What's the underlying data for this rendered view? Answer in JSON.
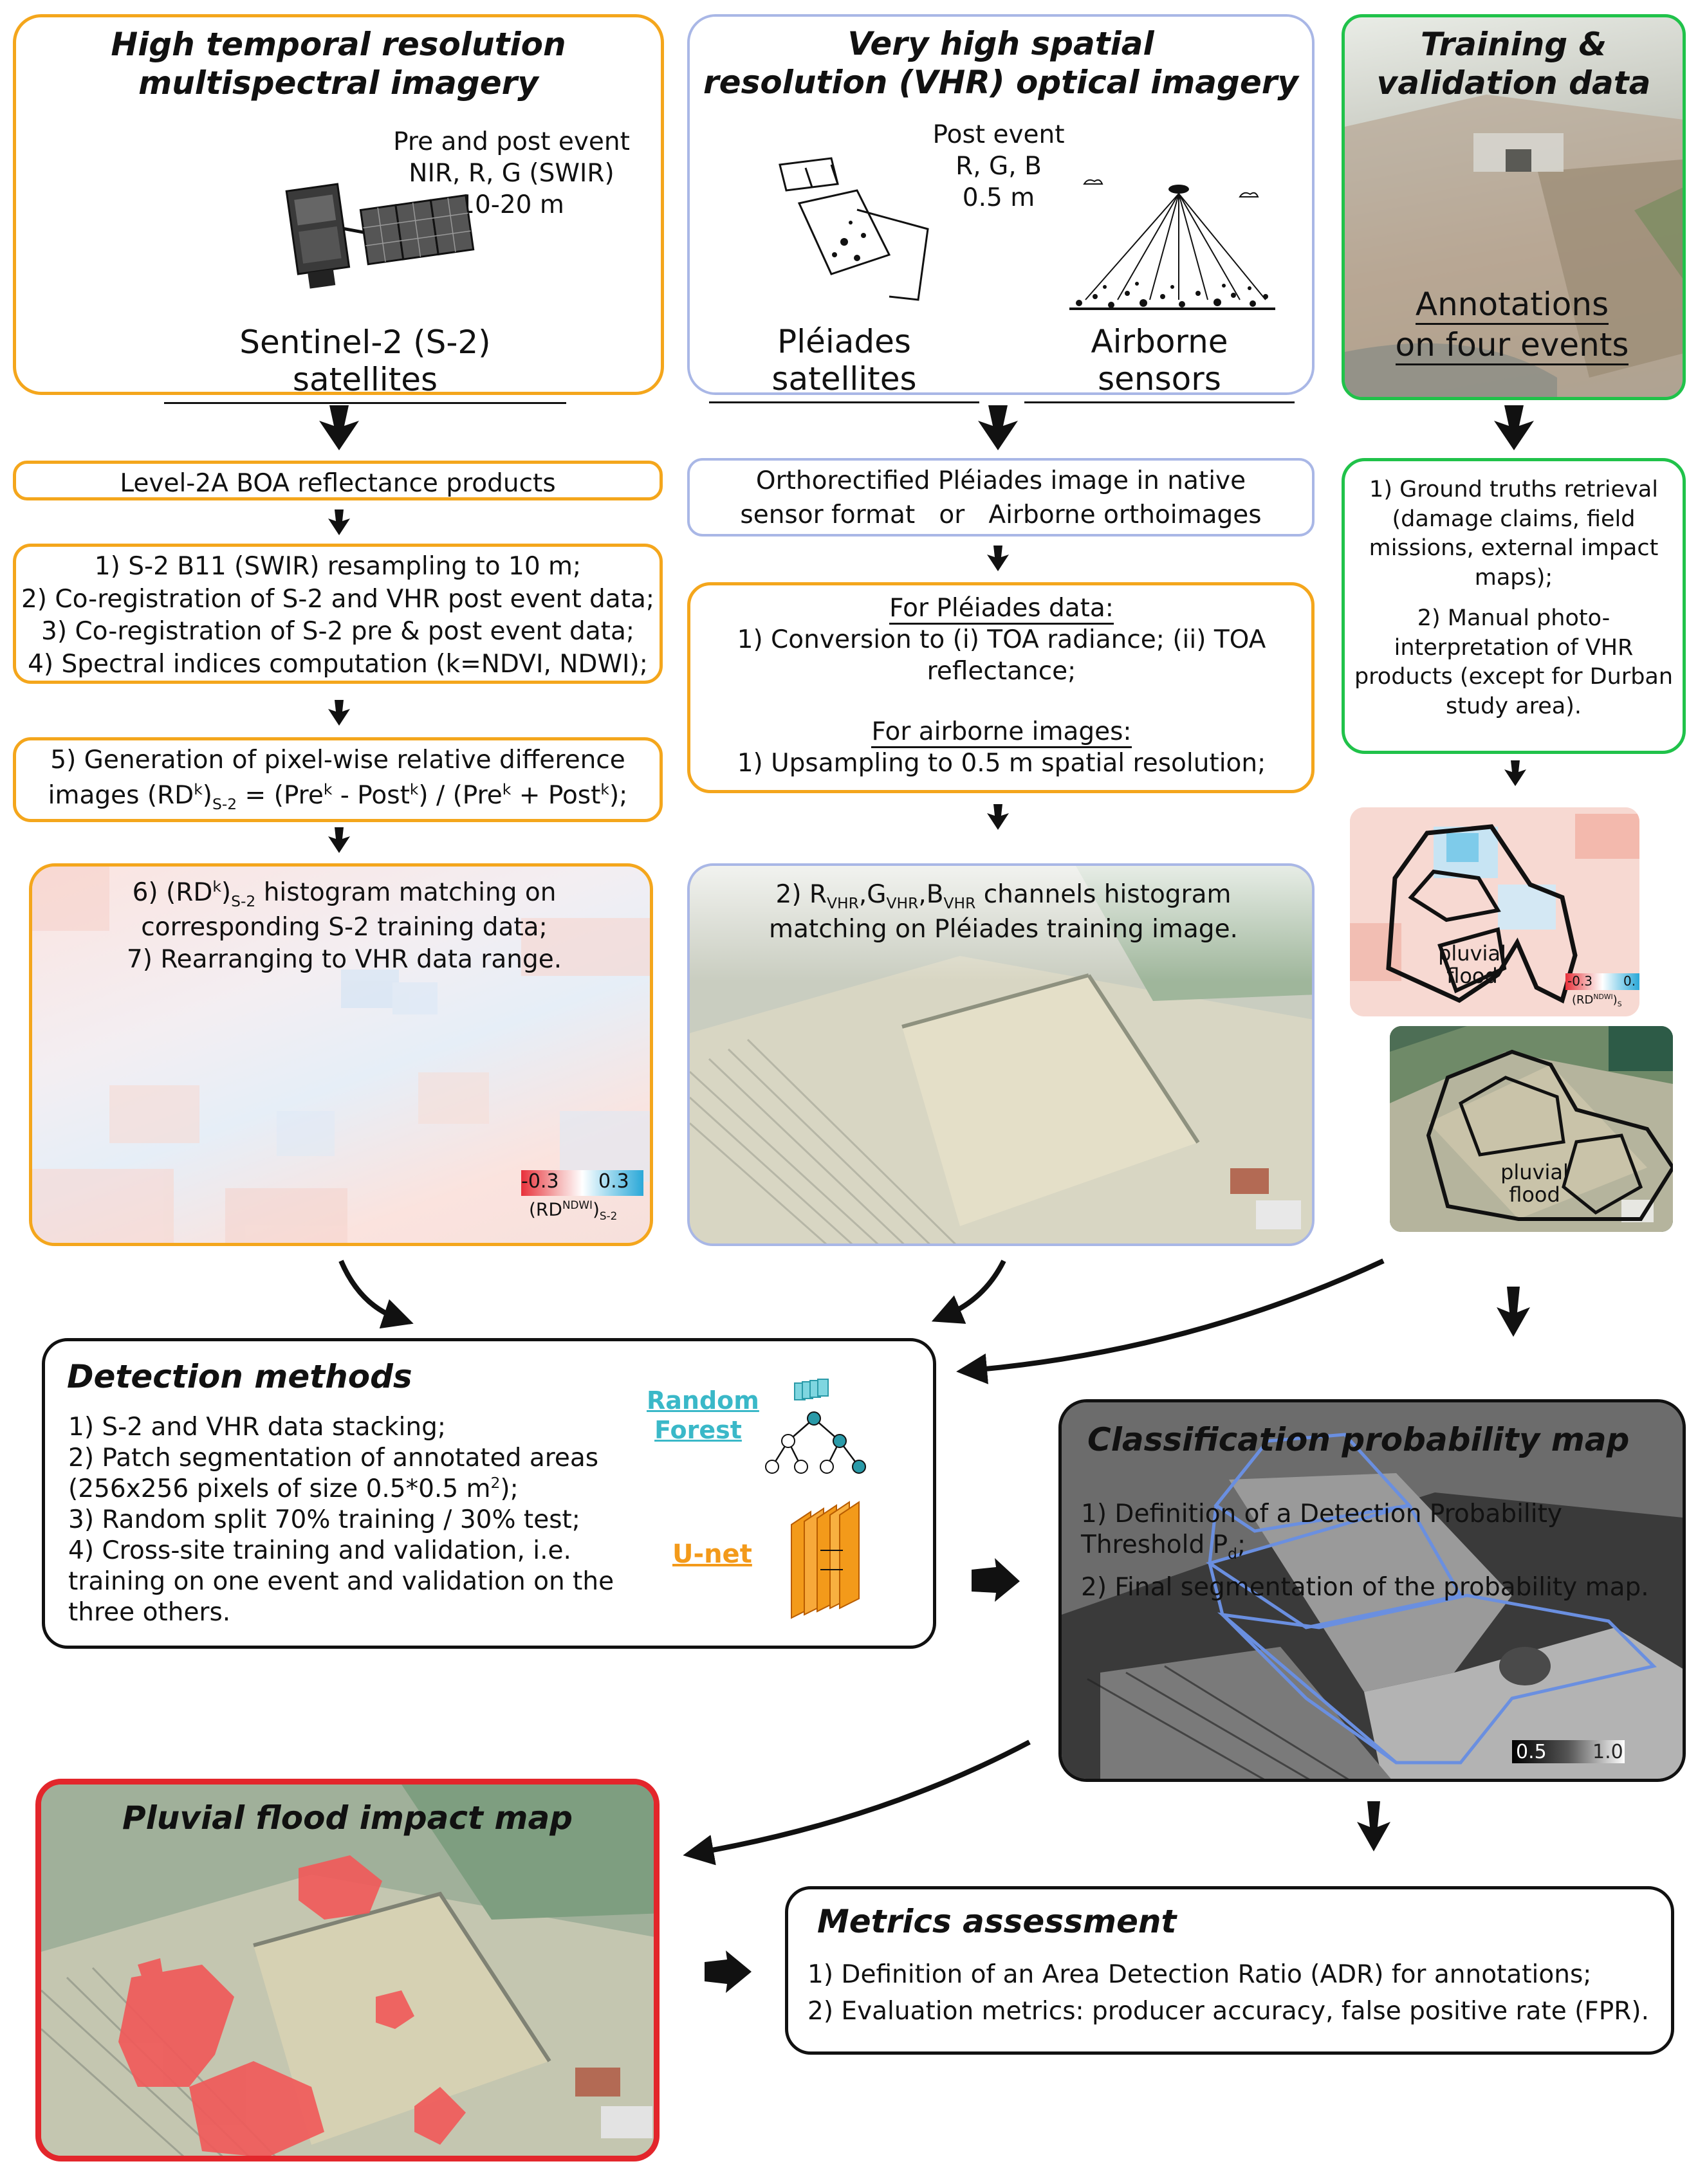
{
  "col1": {
    "title_line1": "High temporal resolution",
    "title_line2": "multispectral imagery",
    "spec_line1": "Pre and post event",
    "spec_line2": "NIR, R, G (SWIR)",
    "spec_line3": "10-20 m",
    "source_label": "Sentinel-2 (S-2) satellites",
    "step_level2a": "Level-2A BOA reflectance products",
    "steps_1_4": [
      "1) S-2 B11 (SWIR) resampling to 10 m;",
      "2) Co-registration of S-2 and VHR post event data;",
      "3) Co-registration of S-2 pre & post event data;",
      "4) Spectral indices computation (k=NDVI, NDWI);"
    ],
    "step5_line1": "5) Generation of pixel-wise relative difference",
    "step5_prefix": "images (RD",
    "step5_k": "k",
    "step5_mid1": ")",
    "step5_sub": "S-2",
    "step5_mid2": " = (Pre",
    "step5_mid3": " - Post",
    "step5_mid4": ") / (Pre",
    "step5_mid5": " + Post",
    "step5_end": ");",
    "step6_prefix": "6) (RD",
    "step6_k": "k",
    "step6_mid": ")",
    "step6_sub": "S-2",
    "step6_rest": " histogram matching on",
    "step6_line2": "corresponding S-2 training data;",
    "step7": "7) Rearranging to VHR data range.",
    "scale_min": "-0.3",
    "scale_max": "0.3",
    "scale_label_prefix": "(RD",
    "scale_label_sup": "NDWI",
    "scale_label_mid": ")",
    "scale_label_sub": "S-2"
  },
  "col2": {
    "title_line1": "Very high spatial",
    "title_line2": "resolution (VHR) optical imagery",
    "spec_line1": "Post event",
    "spec_line2": "R, G, B",
    "spec_line3": "0.5 m",
    "source_label1": "Pléiades satellites",
    "source_label2": "Airborne sensors",
    "ortho_line1": "Orthorectified Pléiades image in native",
    "ortho_line2": "sensor format   or   Airborne orthoimages",
    "pleiades_header": "For Pléiades data:",
    "pleiades_step1": "1) Conversion to (i) TOA radiance; (ii) TOA",
    "pleiades_step1b": "reflectance;",
    "airborne_header": "For airborne images:",
    "airborne_step1": "1) Upsampling to 0.5 m spatial resolution;",
    "hist_prefix": "2) R",
    "hist_sub1": "VHR",
    "hist_g": ",G",
    "hist_sub2": "VHR",
    "hist_b": ",B",
    "hist_sub3": "VHR",
    "hist_rest": " channels histogram",
    "hist_line2": "matching on Pléiades training image."
  },
  "col3": {
    "title_line1": "Training &",
    "title_line2": "validation data",
    "annot_line1": "Annotations",
    "annot_line2": "on four events",
    "gt_lines": [
      "1) Ground truths retrieval",
      "(damage claims, field",
      "missions, external impact",
      "maps);"
    ],
    "pi_lines": [
      "2) Manual photo-",
      "interpretation of VHR",
      "products (except for Durban",
      "study area)."
    ],
    "flood_label1": "pluvial",
    "flood_label2": "flood",
    "mini_scale_min": "-0.3",
    "mini_scale_max": "0.",
    "mini_scale_label_prefix": "(RD",
    "mini_scale_label_sup": "NDWI",
    "mini_scale_label_mid": ")",
    "mini_scale_label_sub": "S",
    "flood_label3": "pluvial",
    "flood_label4": "flood"
  },
  "detection": {
    "title": "Detection methods",
    "steps": [
      "1) S-2 and VHR data stacking;",
      "2) Patch segmentation of annotated areas",
      "3) Random split 70% training / 30% test;",
      "4) Cross-site training and validation, i.e.",
      "training on one event and validation on the",
      "three others."
    ],
    "step2b_prefix": "(256x256 pixels of size 0.5*0.5 m",
    "step2b_sup": "2",
    "step2b_end": ");",
    "rf_line1": "Random",
    "rf_line2": "Forest",
    "unet_label": "U-net"
  },
  "probability": {
    "title": "Classification probability map",
    "step1_line1": "1) Definition of a Detection Probability",
    "step1_line2_prefix": "Threshold P",
    "step1_sub": "d",
    "step1_end": ";",
    "step2": "2) Final segmentation of the probability map.",
    "scale_min": "0.5",
    "scale_max": "1.0"
  },
  "impact": {
    "title": "Pluvial flood impact map"
  },
  "metrics": {
    "title": "Metrics assessment",
    "step1": "1) Definition of an Area Detection Ratio (ADR) for annotations;",
    "step2": "2) Evaluation metrics: producer accuracy, false positive rate (FPR)."
  },
  "colors": {
    "orange_border": "#f4a61c",
    "blue_border": "#a9b7e6",
    "green_border": "#20c24a",
    "red_border": "#e3262b",
    "random_forest": "#3ab8c8",
    "unet": "#f39a1a",
    "flood_overlay": "#f05a5a"
  }
}
